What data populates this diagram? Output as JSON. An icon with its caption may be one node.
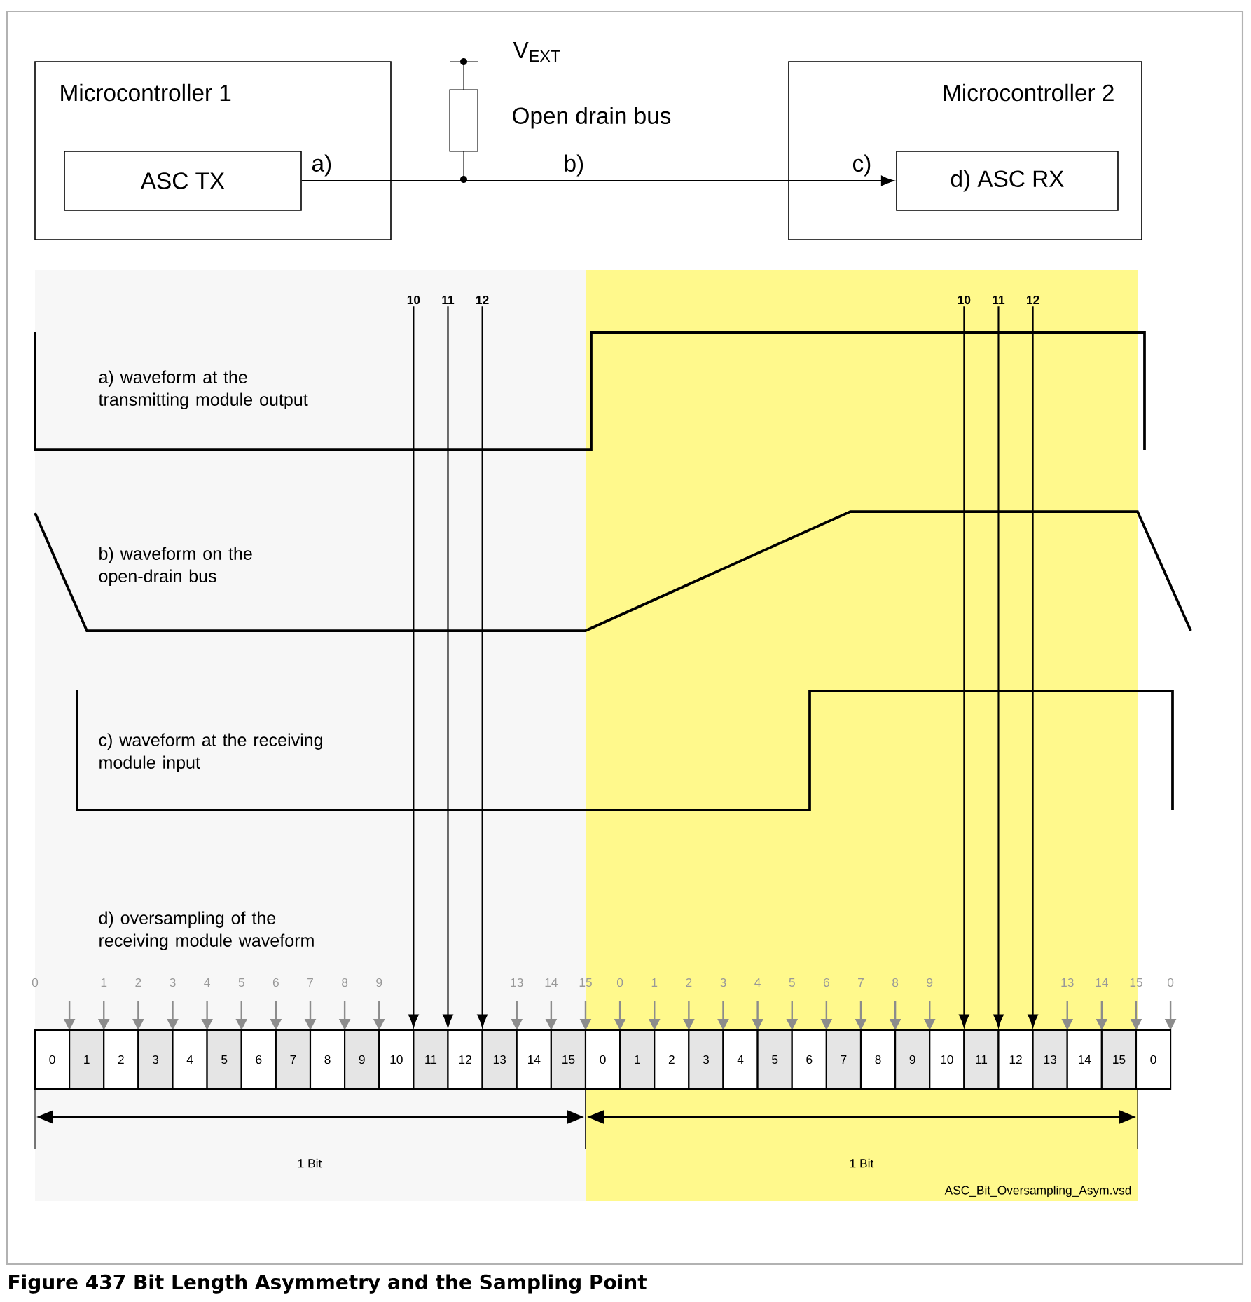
{
  "diagram": {
    "caption": "Figure 437 Bit Length Asymmetry and the Sampling Point",
    "nodes": [
      {
        "text": [
          "Microcontroller 1"
        ]
      },
      {
        "text": [
          "ASC TX"
        ],
        "in": 0
      },
      {
        "text": [
          "Microcontroller 2"
        ]
      },
      {
        "text": [
          "d) ASC RX"
        ],
        "in": 2
      },
      {
        "text": [
          "10"
        ]
      },
      {
        "text": [
          "11"
        ]
      },
      {
        "text": [
          "12"
        ]
      },
      {
        "text": [
          "10"
        ]
      },
      {
        "text": [
          "11"
        ]
      },
      {
        "text": [
          "12"
        ]
      },
      {
        "text": [
          "0"
        ]
      },
      {
        "text": [
          "1"
        ]
      },
      {
        "text": [
          "2"
        ]
      },
      {
        "text": [
          "3"
        ]
      },
      {
        "text": [
          "4"
        ]
      },
      {
        "text": [
          "5"
        ]
      },
      {
        "text": [
          "6"
        ]
      },
      {
        "text": [
          "7"
        ]
      },
      {
        "text": [
          "8"
        ]
      },
      {
        "text": [
          "9"
        ]
      },
      {
        "text": [
          "10"
        ]
      },
      {
        "text": [
          "11"
        ]
      },
      {
        "text": [
          "12"
        ]
      },
      {
        "text": [
          "13"
        ]
      },
      {
        "text": [
          "14"
        ]
      },
      {
        "text": [
          "15"
        ]
      },
      {
        "text": [
          "0"
        ]
      },
      {
        "text": [
          "1"
        ]
      },
      {
        "text": [
          "2"
        ]
      },
      {
        "text": [
          "3"
        ]
      },
      {
        "text": [
          "4"
        ]
      },
      {
        "text": [
          "5"
        ]
      },
      {
        "text": [
          "6"
        ]
      },
      {
        "text": [
          "7"
        ]
      },
      {
        "text": [
          "8"
        ]
      },
      {
        "text": [
          "9"
        ]
      },
      {
        "text": [
          "10"
        ]
      },
      {
        "text": [
          "11"
        ]
      },
      {
        "text": [
          "12"
        ]
      },
      {
        "text": [
          "13"
        ]
      },
      {
        "text": [
          "14"
        ]
      },
      {
        "text": [
          "15"
        ]
      },
      {
        "text": [
          "0"
        ]
      }
    ],
    "edges": [
      {
        "from": 1,
        "to": 3,
        "arrow": "to"
      },
      {
        "from": 4,
        "to": 20,
        "arrow": "to"
      },
      {
        "from": 5,
        "to": 21,
        "arrow": "to"
      },
      {
        "from": 6,
        "to": 22,
        "arrow": "to"
      },
      {
        "from": 7,
        "to": 36,
        "arrow": "to"
      },
      {
        "from": 8,
        "to": 37,
        "arrow": "to"
      },
      {
        "from": 9,
        "to": 38,
        "arrow": "to"
      }
    ],
    "labels": [
      "V$_{EXT}$",
      "Open drain bus",
      "a)",
      "b)",
      "c)",
      "a) waveform at the transmitting module output",
      "b) waveform on the open-drain bus",
      "c) waveform at the receiving module input",
      "d) oversampling of the receiving module waveform",
      "0",
      "1",
      "2",
      "3",
      "4",
      "5",
      "6",
      "7",
      "8",
      "9",
      "13",
      "14",
      "15",
      "0",
      "1",
      "2",
      "3",
      "4",
      "5",
      "6",
      "7",
      "8",
      "9",
      "13",
      "14",
      "15",
      "0",
      "1 Bit",
      "1 Bit",
      "ASC_Bit_Oversampling_Asym.vsd"
    ]
  }
}
